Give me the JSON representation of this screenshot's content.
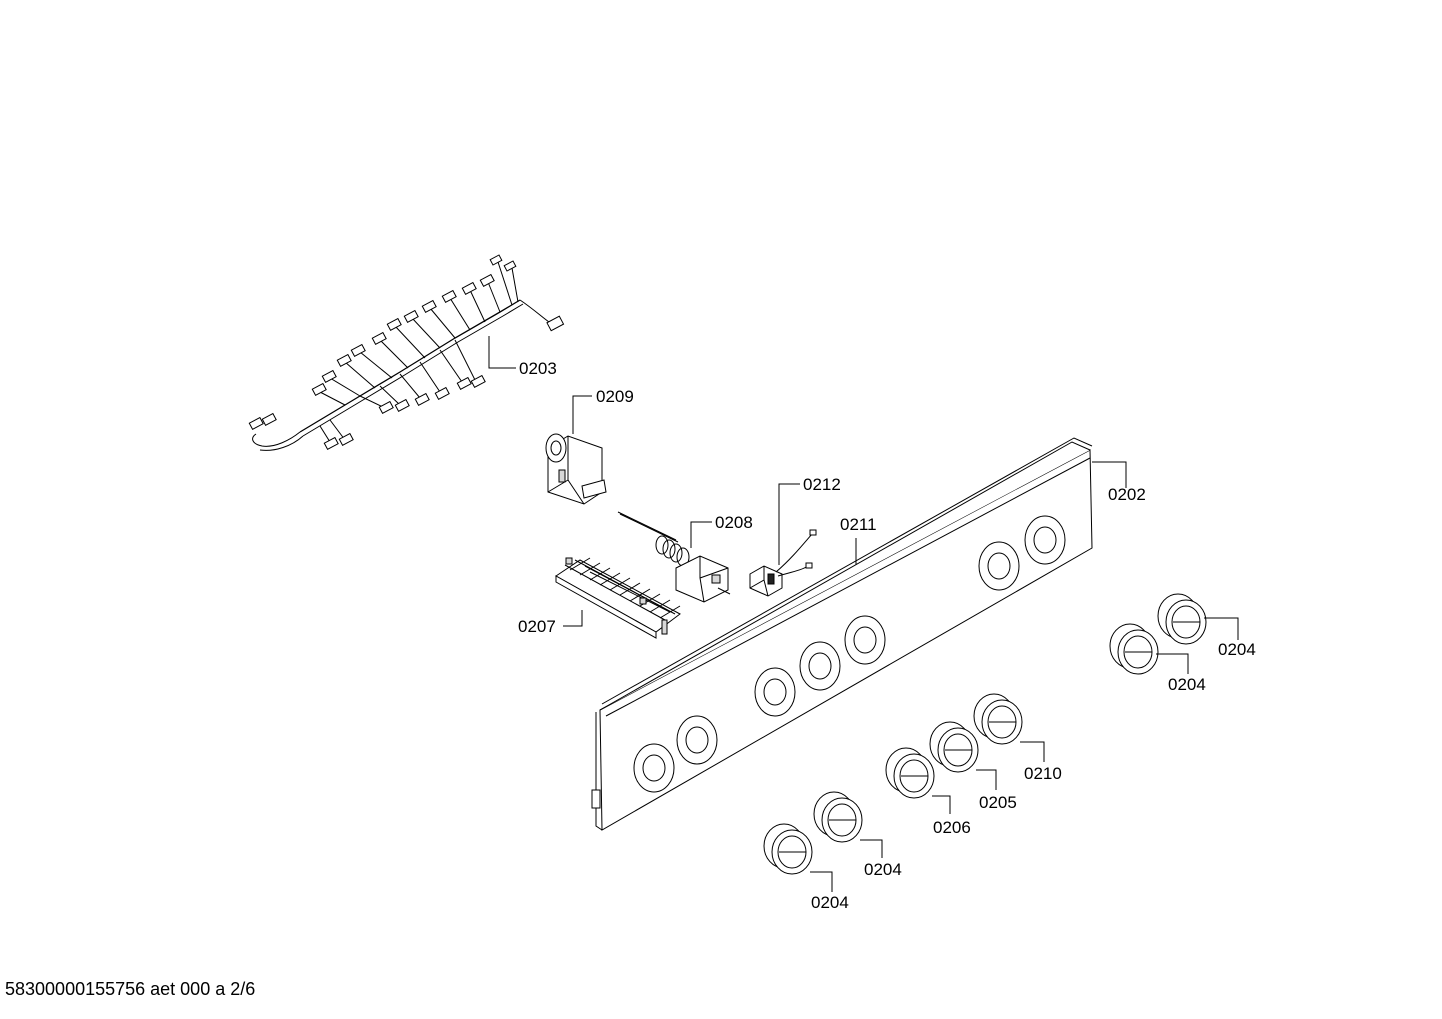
{
  "diagram": {
    "labels": {
      "harness": "0203",
      "motor": "0209",
      "thermostat": "0208",
      "terminal_block": "0207",
      "switch": "0212",
      "indicator": "0211",
      "panel": "0202",
      "knob_right_upper": "0204",
      "knob_right_lower": "0204",
      "knob_0210": "0210",
      "knob_0205": "0205",
      "knob_0206": "0206",
      "knob_left_upper": "0204",
      "knob_left_lower": "0204"
    }
  },
  "footer": {
    "document_ref": "58300000155756 aet 000 a 2/6"
  }
}
